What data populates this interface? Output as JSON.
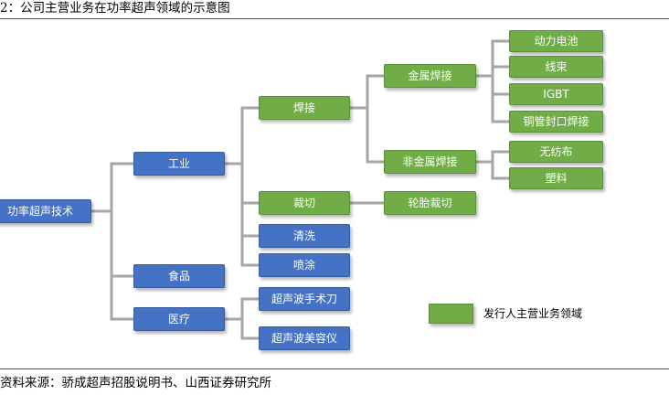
{
  "caption": "2：公司主营业务在功率超声领域的示意图",
  "source": "资料来源：骄成超声招股说明书、山西证券研究所",
  "colors": {
    "blue": "#4472c4",
    "green": "#70ad47",
    "connector": "#a6a6a6"
  },
  "tree": {
    "root": {
      "label": "功率超声技术",
      "color": "blue"
    },
    "level1": [
      {
        "label": "工业",
        "color": "blue"
      },
      {
        "label": "食品",
        "color": "blue"
      },
      {
        "label": "医疗",
        "color": "blue"
      }
    ],
    "industry": [
      {
        "label": "焊接",
        "color": "green"
      },
      {
        "label": "裁切",
        "color": "green"
      },
      {
        "label": "清洗",
        "color": "blue"
      },
      {
        "label": "喷涂",
        "color": "blue"
      }
    ],
    "medical": [
      {
        "label": "超声波手术刀",
        "color": "blue"
      },
      {
        "label": "超声波美容仪",
        "color": "blue"
      }
    ],
    "welding": [
      {
        "label": "金属焊接",
        "color": "green"
      },
      {
        "label": "非金属焊接",
        "color": "green"
      }
    ],
    "cutting": [
      {
        "label": "轮胎裁切",
        "color": "green"
      }
    ],
    "metal": [
      {
        "label": "动力电池",
        "color": "green"
      },
      {
        "label": "线束",
        "color": "green"
      },
      {
        "label": "IGBT",
        "color": "green"
      },
      {
        "label": "铜管封口焊接",
        "color": "green"
      }
    ],
    "nonmetal": [
      {
        "label": "无纺布",
        "color": "green"
      },
      {
        "label": "塑料",
        "color": "green"
      }
    ]
  },
  "legend": {
    "label": "发行人主营业务领域",
    "color": "green"
  }
}
